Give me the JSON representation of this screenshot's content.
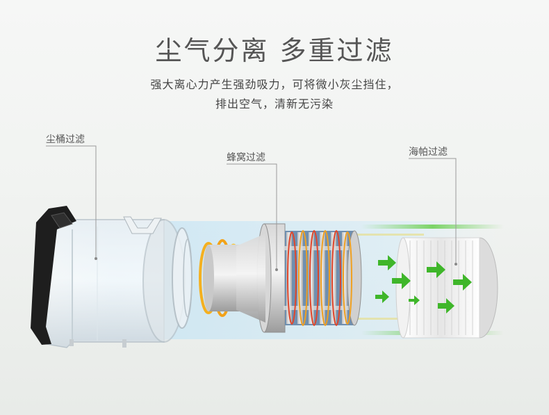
{
  "headline": "尘气分离 多重过滤",
  "description": {
    "line1": "强大离心力产生强劲吸力，可将微小灰尘挡住，",
    "line2": "排出空气，清新无污染"
  },
  "callouts": {
    "dust_bin": "尘桶过滤",
    "honeycomb": "蜂窝过滤",
    "hepa": "海帕过滤"
  },
  "colors": {
    "flow_arrow": "#3fb62a",
    "cyclone_ring": "#f0a020",
    "coil_red": "#e0452a",
    "glow_blue": "#a8d6f0"
  }
}
